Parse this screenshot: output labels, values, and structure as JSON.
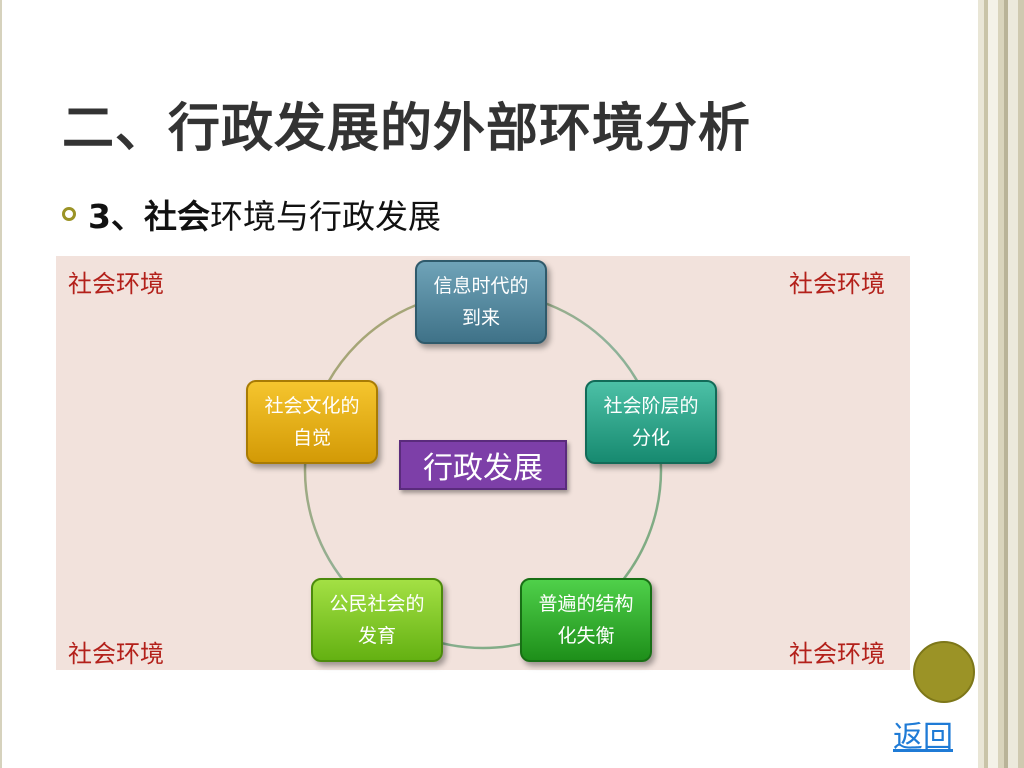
{
  "title": "二、行政发展的外部环境分析",
  "bullet": {
    "number": "3、社会",
    "rest": "环境与行政发展"
  },
  "corners": {
    "top_left": "社会环境",
    "top_right": "社会环境",
    "bottom_left": "社会环境",
    "bottom_right": "社会环境"
  },
  "center": "行政发展",
  "nodes": {
    "info_age": "信息时代的到来",
    "class_division": "社会阶层的分化",
    "structure_imbalance": "普遍的结构化失衡",
    "civil_society": "公民社会的发育",
    "cultural_awareness": "社会文化的自觉"
  },
  "back_link": "返回",
  "colors": {
    "accent_olive": "#9b9326",
    "panel_bg": "#f2e2dc",
    "corner_text": "#b3201a",
    "center_purple": "#7d3fa8",
    "link_blue": "#1f7bd6"
  }
}
